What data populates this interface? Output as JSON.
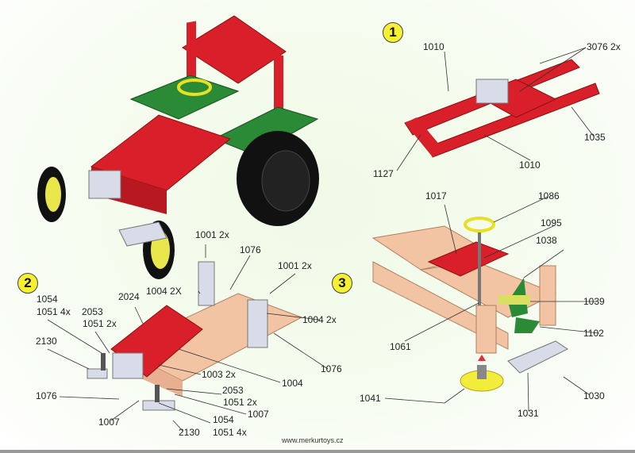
{
  "steps": [
    {
      "number": "1",
      "labels": [
        "1010",
        "3076 2x",
        "1035",
        "1127",
        "1010"
      ]
    },
    {
      "number": "2",
      "labels": [
        "1001 2x",
        "1076",
        "1001 2x",
        "1004 2X",
        "2024",
        "1054",
        "1051 4x",
        "2053",
        "1051 2x",
        "1004 2x",
        "2130",
        "1076",
        "1003 2x",
        "1004",
        "1076",
        "2053",
        "1051 2x",
        "1007",
        "1007",
        "1054",
        "2130",
        "1051 4x"
      ]
    },
    {
      "number": "3",
      "labels": [
        "1017",
        "1086",
        "1095",
        "1038",
        "1039",
        "1102",
        "1061",
        "1041",
        "1031",
        "1030"
      ]
    }
  ],
  "footer": {
    "url": "www.merkurtoys.cz"
  },
  "colors": {
    "red": "#d9202a",
    "green": "#2a8a35",
    "yellow": "#f2ec3a",
    "beige": "#f2c4a4",
    "silver": "#d8dbe8"
  }
}
